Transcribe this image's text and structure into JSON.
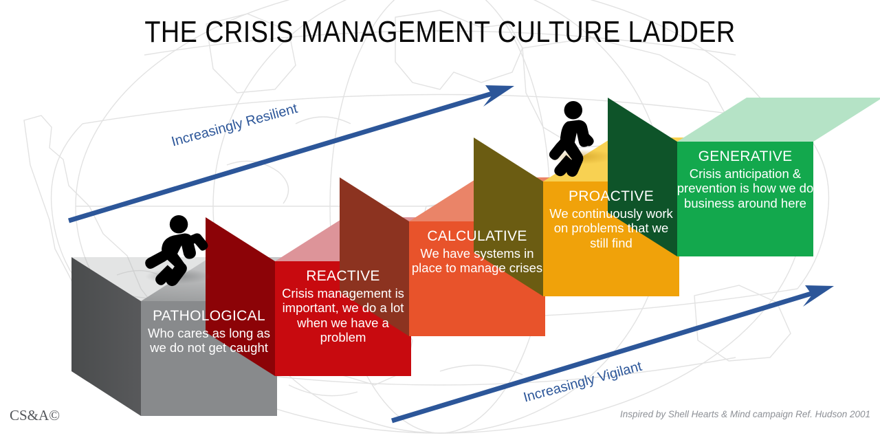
{
  "title": "THE CRISIS MANAGEMENT CULTURE LADDER",
  "logo": "CS&A©",
  "credit": "Inspired by Shell Hearts & Mind campaign Ref. Hudson 2001",
  "arrows": {
    "upper": {
      "label": "Increasingly Resilient",
      "color": "#2c5699"
    },
    "lower": {
      "label": "Increasingly Vigilant",
      "color": "#2c5699"
    }
  },
  "figures": [
    {
      "name": "running-person-icon",
      "pose": "running"
    },
    {
      "name": "walking-person-icon",
      "pose": "walking"
    }
  ],
  "chart_data": {
    "type": "bar",
    "title": "THE CRISIS MANAGEMENT CULTURE LADDER",
    "xlabel": "",
    "ylabel": "",
    "grid": false,
    "legend": "none",
    "categories": [
      "PATHOLOGICAL",
      "REACTIVE",
      "CALCULATIVE",
      "PROACTIVE",
      "GENERATIVE"
    ],
    "values": [
      1,
      2,
      3,
      4,
      5
    ],
    "annotations": [
      "Increasingly Resilient",
      "Increasingly Vigilant"
    ]
  },
  "steps": [
    {
      "name": "pathological",
      "title": "PATHOLOGICAL",
      "desc": "Who cares as long as we do not get caught",
      "front": "#888a8c",
      "top": "#b9babb",
      "side": "#4d4f50",
      "level": 1
    },
    {
      "name": "reactive",
      "title": "REACTIVE",
      "desc": "Crisis management is important, we do a lot when we have a problem",
      "front": "#c80a0f",
      "top": "#dd9499",
      "side": "#8c0307",
      "level": 2
    },
    {
      "name": "calculative",
      "title": "CALCULATIVE",
      "desc": "We have systems in place to manage crises",
      "front": "#e8532b",
      "top": "#ea8468",
      "side": "#8c3320",
      "level": 3
    },
    {
      "name": "proactive",
      "title": "PROACTIVE",
      "desc": "We continuously work on problems that we still find",
      "front": "#f0a20a",
      "top": "#f8d152",
      "side": "#6b5c12",
      "level": 4
    },
    {
      "name": "generative",
      "title": "GENERATIVE",
      "desc": "Crisis anticipation & prevention is how we do business around here",
      "front": "#13a84d",
      "top": "#b5e3c6",
      "side": "#0e5429",
      "level": 5
    }
  ]
}
